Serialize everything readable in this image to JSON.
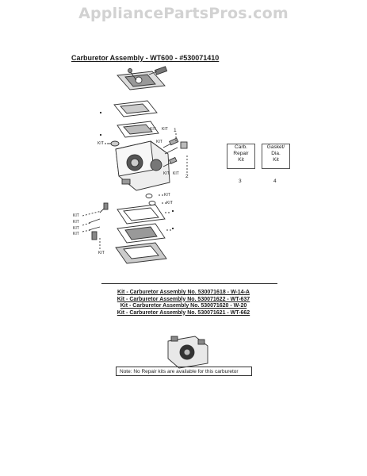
{
  "watermark": "AppliancePartsPros.com",
  "title": "Carburetor Assembly - WT600 - #530071410",
  "callouts": {
    "kit_labels": [
      "KIT",
      "KIT",
      "KIT",
      "KIT",
      "KIT",
      "KIT",
      "KIT",
      "KIT",
      "KIT",
      "KIT",
      "KIT",
      "KIT",
      "KIT"
    ],
    "ref_1": "1",
    "ref_2": "2",
    "ref_3": "3",
    "ref_4": "4"
  },
  "boxes": {
    "repair_kit": [
      "Carb.",
      "Repair",
      "Kit"
    ],
    "gasket_kit": [
      "Gasket/",
      "Dia.",
      "Kit"
    ]
  },
  "kits": [
    "Kit - Carburetor Assembly No. 530071618 - W-14-A",
    "Kit - Carburetor Assembly No. 530071622 - WT-637",
    "Kit - Carburetor Assembly No. 530071620 - W-20",
    "Kit - Carburetor Assembly No. 530071621 - WT-662"
  ],
  "note": "Note: No Repair kits are available for this carburetor"
}
